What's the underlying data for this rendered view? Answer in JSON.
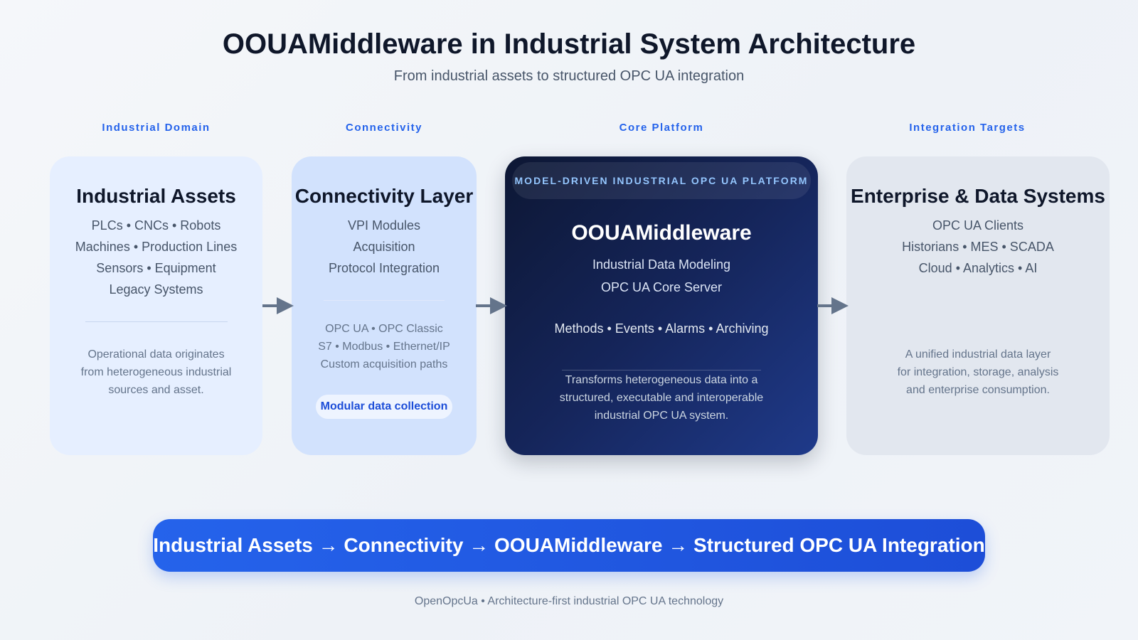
{
  "header": {
    "title": "OOUAMiddleware in Industrial System Architecture",
    "subtitle": "From industrial assets to structured OPC UA integration"
  },
  "columns": {
    "industrial_domain": "Industrial Domain",
    "connectivity": "Connectivity",
    "core_platform": "Core Platform",
    "integration_targets": "Integration Targets"
  },
  "assets_card": {
    "title": "Industrial Assets",
    "lines": [
      "PLCs • CNCs • Robots",
      "Machines • Production Lines",
      "Sensors • Equipment",
      "Legacy Systems"
    ],
    "description": [
      "Operational data originates",
      "from heterogeneous industrial",
      "sources and asset."
    ]
  },
  "connectivity_card": {
    "title": "Connectivity Layer",
    "lines": [
      "VPI Modules",
      "Acquisition",
      "Protocol Integration"
    ],
    "protocols": [
      "OPC UA • OPC Classic",
      "S7 • Modbus • Ethernet/IP",
      "Custom acquisition paths"
    ],
    "pill": "Modular data collection"
  },
  "core_card": {
    "badge": "MODEL-DRIVEN INDUSTRIAL OPC UA PLATFORM",
    "name": "OOUAMiddleware",
    "lines": [
      "Industrial Data Modeling",
      "OPC UA Core Server"
    ],
    "features": "Methods • Events • Alarms • Archiving",
    "description": [
      "Transforms heterogeneous data into a",
      "structured, executable and interoperable",
      "industrial OPC UA system."
    ]
  },
  "enterprise_card": {
    "title": "Enterprise & Data Systems",
    "lines": [
      "OPC UA Clients",
      "Historians • MES • SCADA",
      "Cloud • Analytics • AI"
    ],
    "description": [
      "A unified industrial data layer",
      "for integration, storage, analysis",
      "and enterprise consumption."
    ]
  },
  "flow": {
    "text": "Industrial Assets → Connectivity → OOUAMiddleware → Structured OPC UA Integration"
  },
  "footer": {
    "text": "OpenOpcUa • Architecture-first industrial OPC UA technology"
  },
  "icons": {
    "arrow": "arrow-right-icon"
  },
  "colors": {
    "accent": "#2563eb",
    "core_dark": "#0f1b3d",
    "arrow": "#64748b"
  }
}
